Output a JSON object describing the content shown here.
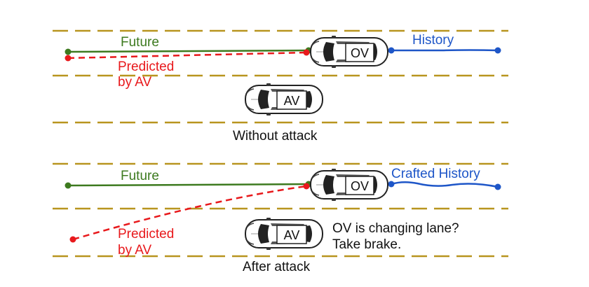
{
  "colors": {
    "lane": "#b8951f",
    "future": "#3d7a1f",
    "predicted": "#e8191c",
    "history": "#1e56c8",
    "text": "#111111"
  },
  "top_panel": {
    "future_label": "Future",
    "predicted_line1": "Predicted",
    "predicted_line2": "by AV",
    "history_label": "History",
    "ov_label": "OV",
    "av_label": "AV",
    "caption": "Without attack"
  },
  "bottom_panel": {
    "future_label": "Future",
    "predicted_line1": "Predicted",
    "predicted_line2": "by AV",
    "history_label": "Crafted History",
    "ov_label": "OV",
    "av_label": "AV",
    "av_thought_line1": "OV is changing lane?",
    "av_thought_line2": "Take brake.",
    "caption": "After attack"
  },
  "icons": [
    "car-icon",
    "car-icon",
    "car-icon",
    "car-icon"
  ]
}
